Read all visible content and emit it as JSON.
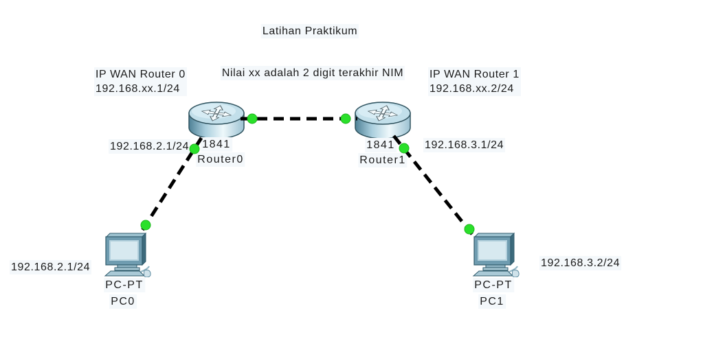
{
  "title": "Latihan Praktikum",
  "note": "Nilai xx adalah 2 digit terakhir NIM",
  "annotations": {
    "wan0_title": "IP WAN Router 0",
    "wan0_ip": "192.168.xx.1/24",
    "wan1_title": "IP WAN Router 1",
    "wan1_ip": "192.168.xx.2/24",
    "router0_lan_ip": "192.168.2.1/24",
    "router1_lan_ip": "192.168.3.1/24",
    "pc0_ip": "192.168.2.1/24",
    "pc1_ip": "192.168.3.2/24"
  },
  "devices": {
    "router0": {
      "model": "1841",
      "name": "Router0",
      "type": "router"
    },
    "router1": {
      "model": "1841",
      "name": "Router1",
      "type": "router"
    },
    "pc0": {
      "model": "PC-PT",
      "name": "PC0",
      "type": "pc"
    },
    "pc1": {
      "model": "PC-PT",
      "name": "PC1",
      "type": "pc"
    }
  },
  "links": [
    {
      "from": "Router0",
      "to": "Router1",
      "style": "dashed",
      "status": "up"
    },
    {
      "from": "Router0",
      "to": "PC0",
      "style": "dashed",
      "status": "up"
    },
    {
      "from": "Router1",
      "to": "PC1",
      "style": "dashed",
      "status": "up"
    }
  ],
  "icons": {
    "router": "router-cylinder-icon",
    "pc": "desktop-pc-icon",
    "status_dot": "port-up-dot"
  },
  "colors": {
    "link": "#000000",
    "status_up": "#2ae02a",
    "text": "#1b1b1b",
    "label_bg": "#f4f8fb",
    "canvas_bg": "#ffffff"
  }
}
